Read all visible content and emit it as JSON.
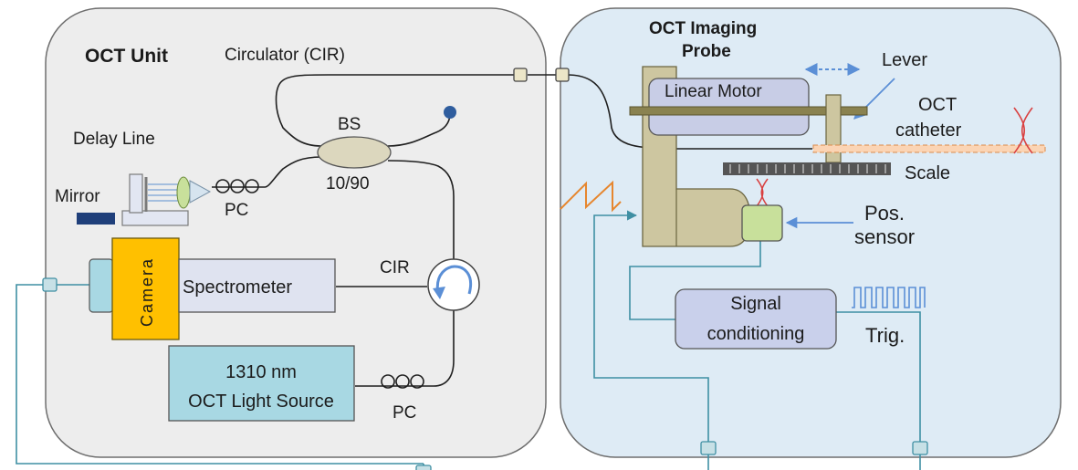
{
  "oct_unit": {
    "title": "OCT Unit",
    "circulator_top": "Circulator (CIR)",
    "delay_line": "Delay Line",
    "mirror": "Mirror",
    "pc_delay": "PC",
    "bs": "BS",
    "bs_ratio": "10/90",
    "cir_small": "CIR",
    "camera": "Camera",
    "spectrometer": "Spectrometer",
    "light_source_line1": "1310 nm",
    "light_source_line2": "OCT Light Source",
    "pc_source": "PC"
  },
  "probe": {
    "title_line1": "OCT Imaging",
    "title_line2": "Probe",
    "lever": "Lever",
    "linear_motor": "Linear Motor",
    "catheter_line1": "OCT",
    "catheter_line2": "catheter",
    "scale": "Scale",
    "pos_sensor_line1": "Pos.",
    "pos_sensor_line2": "sensor",
    "signal_line1": "Signal",
    "signal_line2": "conditioning",
    "trig": "Trig."
  },
  "colors": {
    "oct_unit_bg": "#ededed",
    "probe_bg": "#deebf5",
    "camera": "#ffc000",
    "spectrometer": "#dfe3f0",
    "light_source": "#a8d8e3",
    "motor": "#c8cde6",
    "stand": "#cdc6a0",
    "bs": "#dcd7be",
    "catheter": "#fbd4b4",
    "sensor": "#c8e09b",
    "signal": "#c9d0eb",
    "signal_wire": "#3f8fa3",
    "ramp": "#e6862e",
    "trig_wave": "#5b8fd6"
  }
}
